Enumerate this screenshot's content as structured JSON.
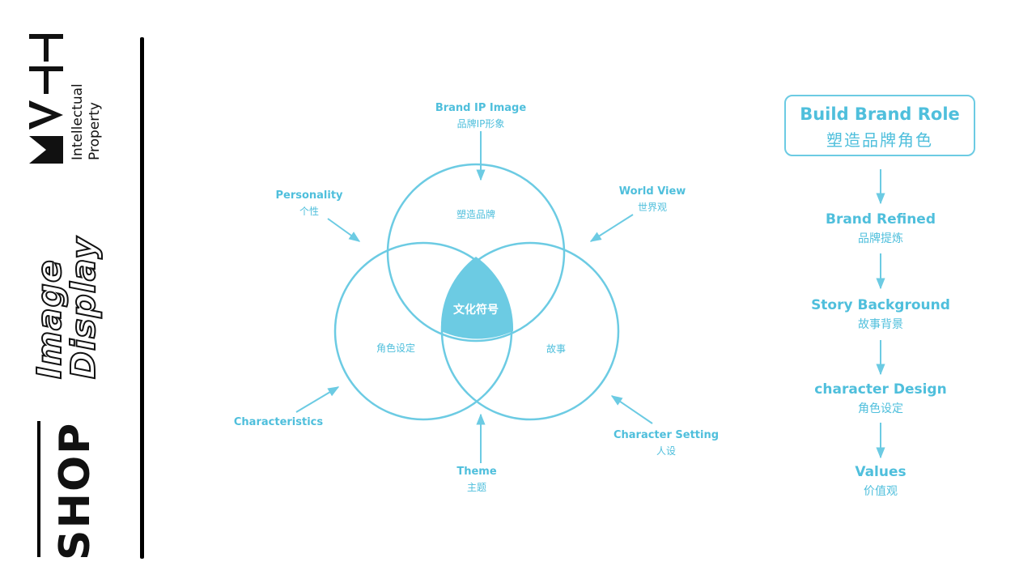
{
  "sidebar": {
    "brand_ip_line1": "Intellectual",
    "brand_ip_line2": "Property",
    "display_line1": "Image",
    "display_line2": "Display",
    "shop": "SHOP"
  },
  "venn": {
    "top_circle_label": "塑造品牌",
    "left_circle_label": "角色设定",
    "right_circle_label": "故事",
    "center_label": "文化符号"
  },
  "callouts": {
    "brand_ip_image": {
      "en": "Brand IP Image",
      "cn": "品牌IP形象"
    },
    "personality": {
      "en": "Personality",
      "cn": "个性"
    },
    "world_view": {
      "en": "World View",
      "cn": "世界观"
    },
    "characteristics": {
      "en": "Characteristics"
    },
    "character_setting": {
      "en": "Character Setting",
      "cn": "人设"
    },
    "theme": {
      "en": "Theme",
      "cn": "主题"
    }
  },
  "flow": {
    "role": {
      "en": "Build Brand Role",
      "cn": "塑造品牌角色"
    },
    "steps": [
      {
        "en": "Brand Refined",
        "cn": "品牌提炼"
      },
      {
        "en": "Story Background",
        "cn": "故事背景"
      },
      {
        "en": "character Design",
        "cn": "角色设定"
      },
      {
        "en": "Values",
        "cn": "价值观"
      }
    ]
  },
  "colors": {
    "accent": "#6ccbe3",
    "text_accent": "#4fbfdc",
    "center_fill": "#6ccbe3",
    "ink": "#111111"
  }
}
